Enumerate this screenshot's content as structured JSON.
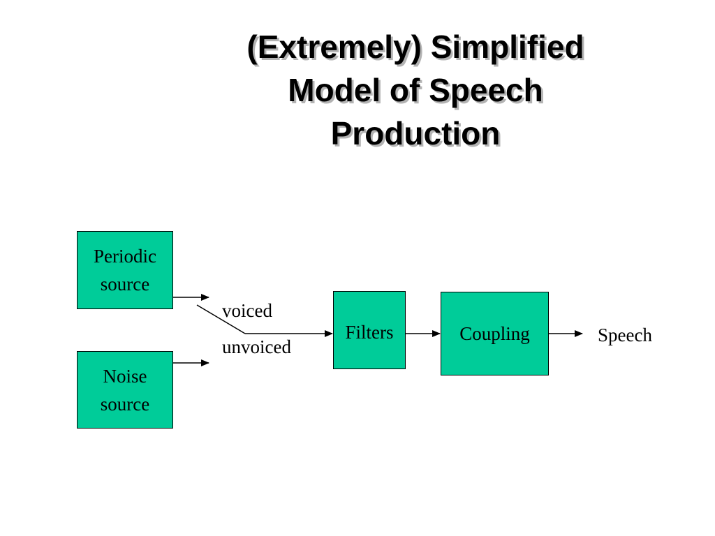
{
  "title": {
    "line1": "(Extremely) Simplified",
    "line2": "Model of Speech",
    "line3": "Production"
  },
  "diagram": {
    "fill_color": "#00cc99",
    "periodic_source": {
      "line1": "Periodic",
      "line2": "source"
    },
    "noise_source": {
      "line1": "Noise",
      "line2": "source"
    },
    "filters": {
      "label": "Filters"
    },
    "coupling": {
      "label": "Coupling"
    },
    "switch_labels": {
      "voiced": "voiced",
      "unvoiced": "unvoiced"
    },
    "output_label": "Speech"
  }
}
